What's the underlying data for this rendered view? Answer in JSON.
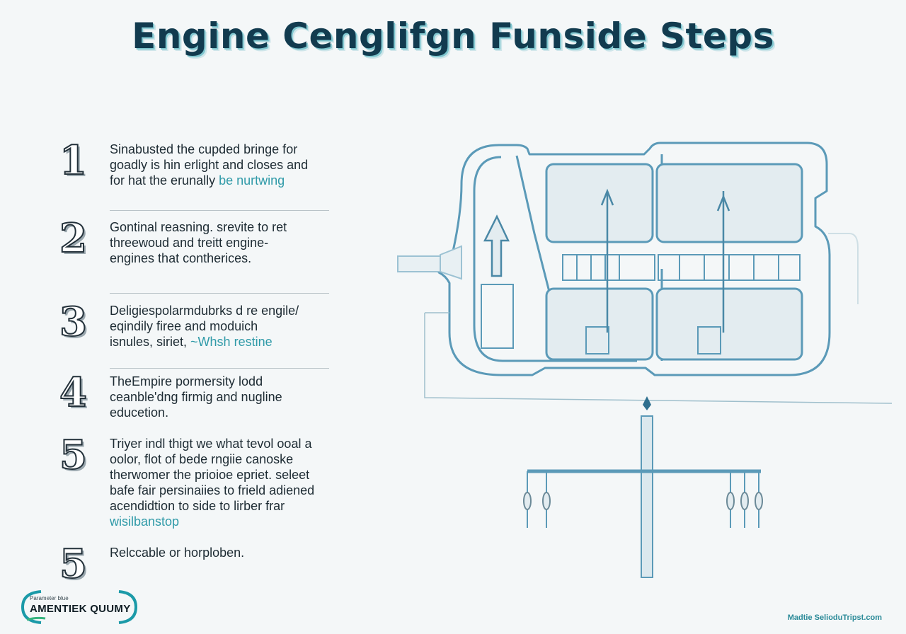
{
  "title": "Engine Cenglifgn Funside Steps",
  "steps": [
    {
      "number": "1",
      "lines": [
        "Sinabusted the cupded bringe for",
        "goadly is hin erlight and closes and",
        "for hat the erunally "
      ],
      "highlight": "be nurtwing"
    },
    {
      "number": "2",
      "lines": [
        "Gontinal reasning. srevite to ret",
        "threewoud and treitt engine-",
        "engines that contherices."
      ],
      "highlight": ""
    },
    {
      "number": "3",
      "lines": [
        "Deligiespolarmdubrks d re engile/",
        "eqindily firee and moduich",
        "isnules, siriet, "
      ],
      "highlight": "~Whsh restine"
    },
    {
      "number": "4",
      "lines": [
        "TheEmpire pormersity lodd",
        "ceanble'dng firmig and nugline",
        "educetion."
      ],
      "highlight": ""
    },
    {
      "number": "5",
      "lines": [
        "Triyer indl thigt we what tevol ooal a",
        "oolor, flot of bede rngiie canoske",
        "therwomer the prioioe epriet. seleet",
        "bafe fair persinaiies to frield adiened",
        "acendidtion to side to lirber frar"
      ],
      "highlight": "wisilbanstop"
    },
    {
      "number": "5",
      "lines": [
        "Relccable or horploben."
      ],
      "highlight": ""
    }
  ],
  "logo": {
    "small_text": "Parameter blue",
    "main_text": "AMENTIEK QUUMY"
  },
  "footer": {
    "right_text": "Madtie SelioduTripst.com"
  },
  "colors": {
    "diagram_stroke": "#5b9ab8",
    "accent": "#2f9aa8",
    "title": "#123b4f"
  }
}
